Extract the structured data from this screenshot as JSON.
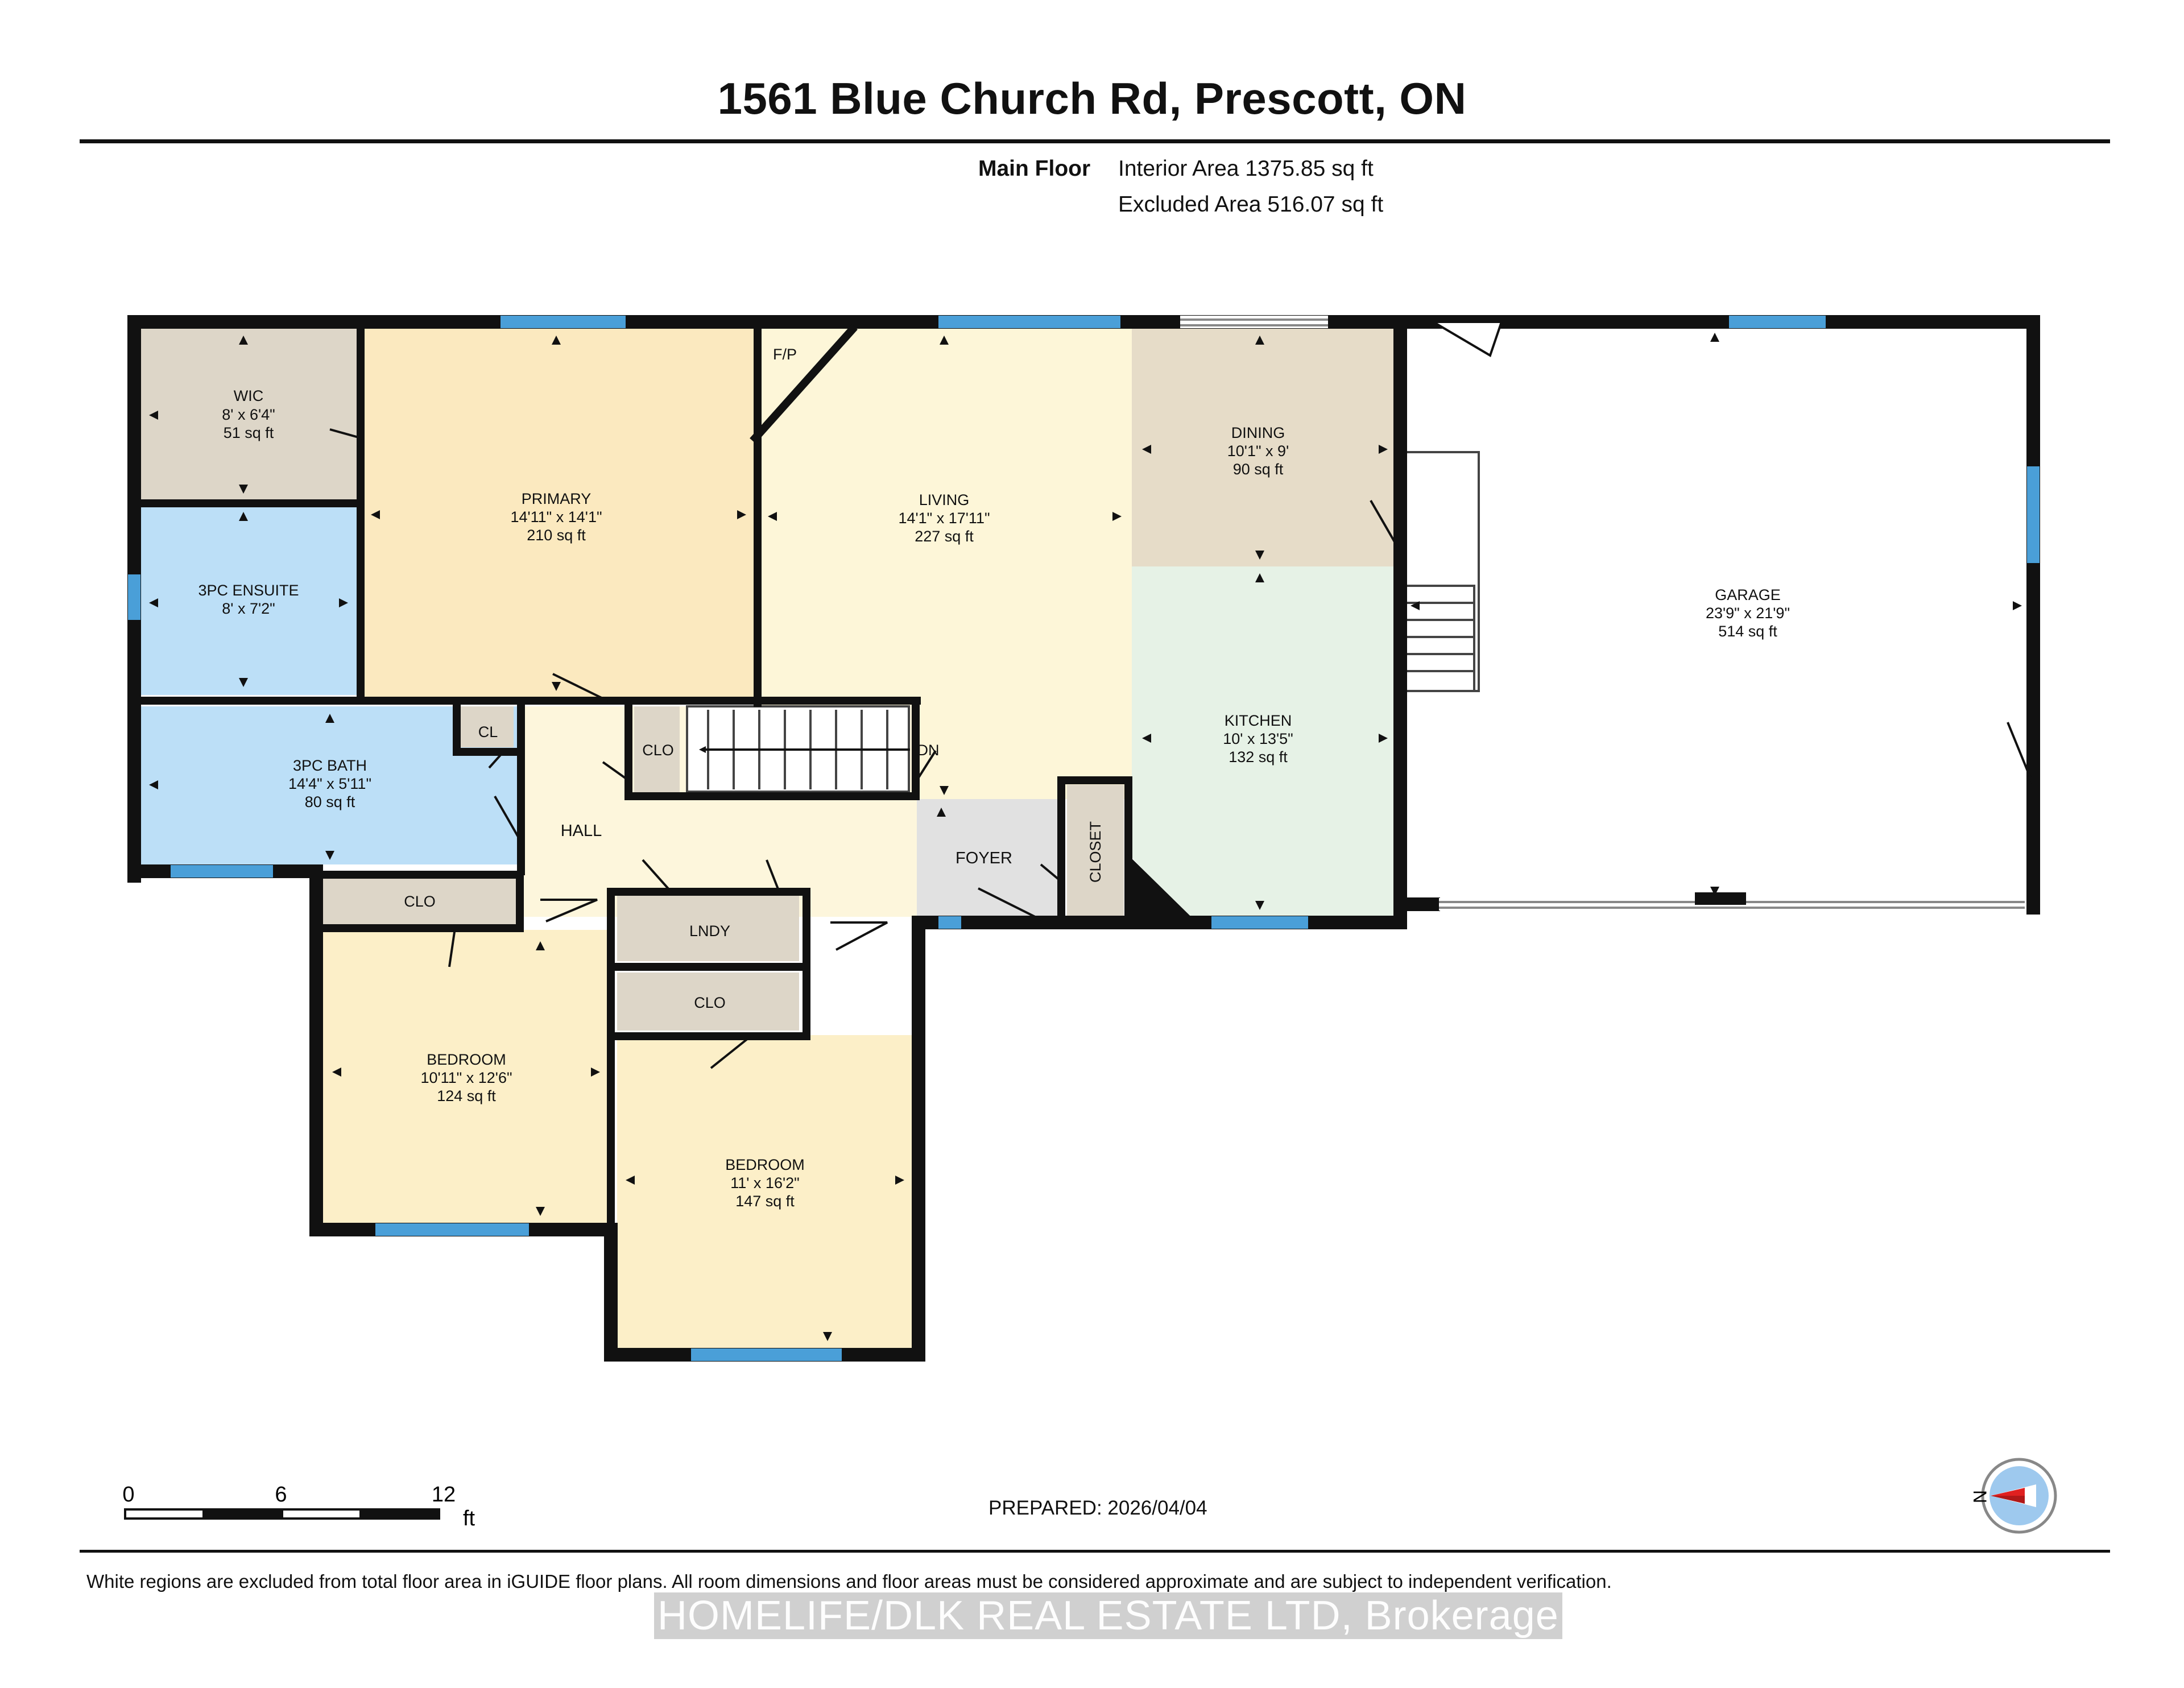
{
  "title": "1561 Blue Church Rd, Prescott, ON",
  "floor_label": "Main Floor",
  "interior_area": "Interior Area 1375.85 sq ft",
  "excluded_area": "Excluded Area 516.07 sq ft",
  "colors": {
    "wall": "#111111",
    "window": "#4a9fd8",
    "wic": "#ddd6c8",
    "primary": "#fbe9bf",
    "living": "#fdf6d8",
    "dining": "#e6dcc8",
    "kitchen": "#e6f2e6",
    "ensuite": "#bcdff7",
    "bath": "#bcdff7",
    "bedroom": "#fcefc8",
    "hall": "#fdf6dc",
    "foyer": "#e1e1e1",
    "closet": "#ddd6c8",
    "compass_red": "#e02020",
    "compass_blue": "#9ec9ee"
  },
  "rooms": {
    "wic": {
      "name": "WIC",
      "dims": "8' x 6'4\"",
      "area": "51 sq ft"
    },
    "primary": {
      "name": "PRIMARY",
      "dims": "14'11\" x 14'1\"",
      "area": "210 sq ft"
    },
    "living": {
      "name": "LIVING",
      "dims": "14'1\" x 17'11\"",
      "area": "227 sq ft"
    },
    "dining": {
      "name": "DINING",
      "dims": "10'1\" x 9'",
      "area": "90 sq ft"
    },
    "garage": {
      "name": "GARAGE",
      "dims": "23'9\" x 21'9\"",
      "area": "514 sq ft"
    },
    "ensuite": {
      "name": "3PC ENSUITE",
      "dims": "8' x 7'2\""
    },
    "bath": {
      "name": "3PC BATH",
      "dims": "14'4\" x 5'11\"",
      "area": "80 sq ft"
    },
    "kitchen": {
      "name": "KITCHEN",
      "dims": "10' x 13'5\"",
      "area": "132 sq ft"
    },
    "bedroom1": {
      "name": "BEDROOM",
      "dims": "10'11\" x 12'6\"",
      "area": "124 sq ft"
    },
    "bedroom2": {
      "name": "BEDROOM",
      "dims": "11' x 16'2\"",
      "area": "147 sq ft"
    }
  },
  "labels": {
    "fp": "F/P",
    "hall": "HALL",
    "foyer": "FOYER",
    "closet": "CLOSET",
    "cl": "CL",
    "clo_stair": "CLO",
    "clo_bed1": "CLO",
    "clo_bed2": "CLO",
    "lndy": "LNDY",
    "dn": "DN"
  },
  "scale": {
    "ticks": [
      "0",
      "6",
      "12"
    ],
    "unit": "ft"
  },
  "prepared": "PREPARED: 2026/04/04",
  "disclaimer": "White regions are excluded from total floor area in iGUIDE floor plans. All room dimensions and floor areas must be considered approximate and are subject to independent verification.",
  "watermark": "HOMELIFE/DLK REAL ESTATE LTD, Brokerage",
  "compass_label": "N"
}
